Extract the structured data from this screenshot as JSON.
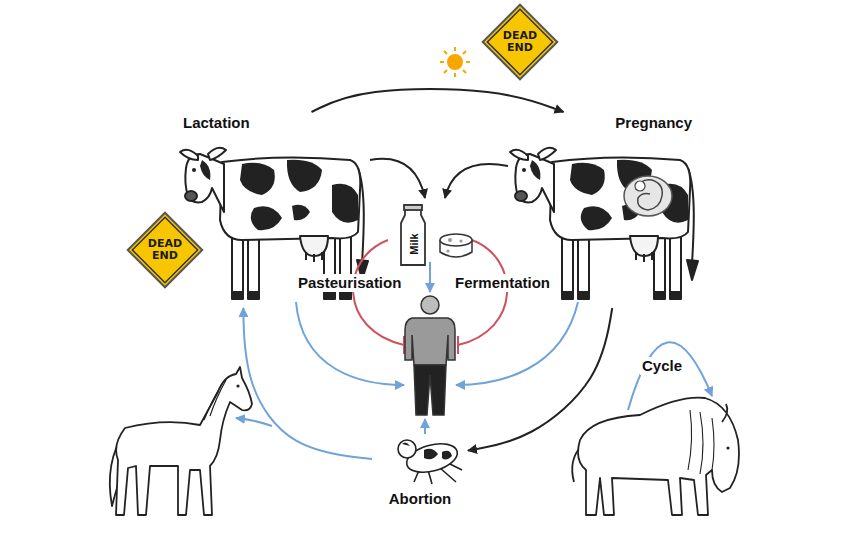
{
  "diagram": {
    "nodes": [
      {
        "text": [
          "DEAD END"
        ]
      },
      {
        "text": [
          "Lactation"
        ]
      },
      {
        "text": [
          "Pregnancy"
        ]
      },
      {
        "text": [
          "DEAD END"
        ]
      },
      {
        "text": [
          "Abortion"
        ]
      }
    ],
    "edges": [
      {
        "from": 1,
        "to": 2,
        "arrow": "to"
      },
      {
        "from": 2,
        "to": 4,
        "arrow": "to"
      },
      {
        "from": 4,
        "to": 1,
        "arrow": "to"
      }
    ],
    "labels": [
      "Milk",
      "Pasteurisation",
      "Fermentation",
      "Cycle"
    ]
  }
}
